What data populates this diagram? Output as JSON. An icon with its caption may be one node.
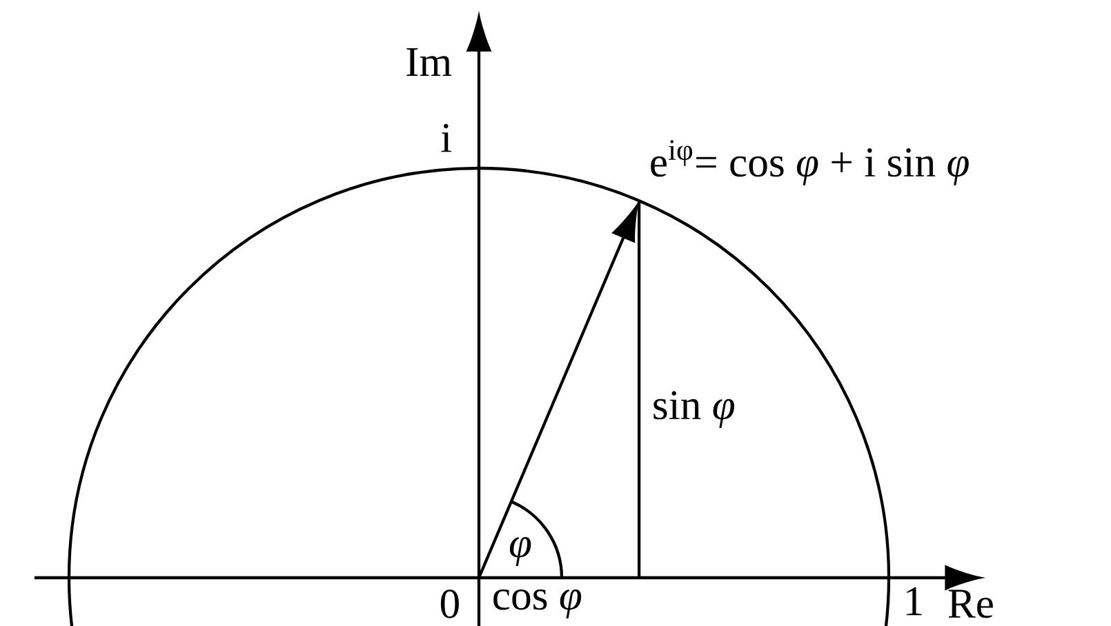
{
  "diagram": {
    "labels": [
      "Im",
      "i",
      "e$^{iφ}$= cos *φ* + i sin *φ*",
      "sin *φ*",
      "*φ*",
      "0",
      "cos *φ*",
      "1",
      "Re"
    ]
  }
}
